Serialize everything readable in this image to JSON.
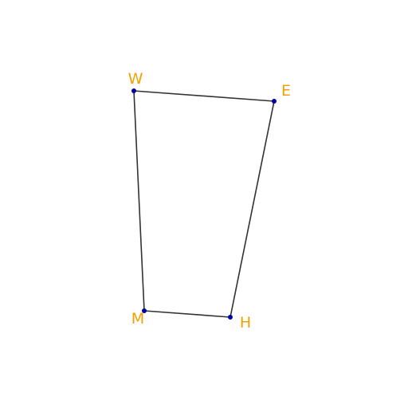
{
  "diagram": {
    "vertices": [
      {
        "id": "W",
        "label": "W"
      },
      {
        "id": "E",
        "label": "E"
      },
      {
        "id": "H",
        "label": "H"
      },
      {
        "id": "M",
        "label": "M"
      }
    ],
    "edges": [
      [
        "W",
        "E"
      ],
      [
        "E",
        "H"
      ],
      [
        "H",
        "M"
      ],
      [
        "M",
        "W"
      ]
    ]
  },
  "colors": {
    "edge": "#333333",
    "vertex": "#0000a8",
    "label": "#f5a000",
    "background": "#ffffff"
  }
}
